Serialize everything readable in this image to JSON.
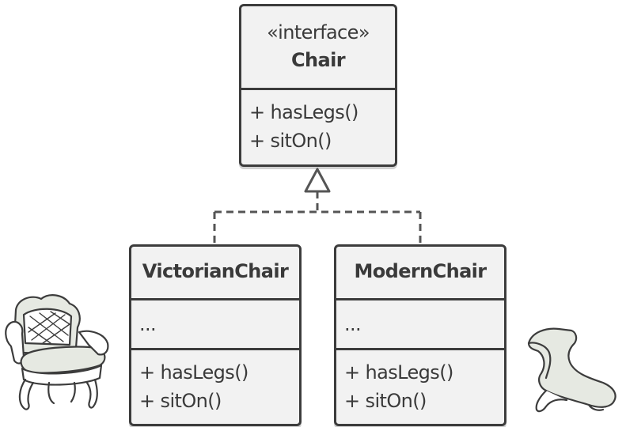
{
  "interface_box": {
    "stereotype": "«interface»",
    "name": "Chair",
    "methods": [
      "+ hasLegs()",
      "+ sitOn()"
    ]
  },
  "classes": [
    {
      "name": "VictorianChair",
      "fields": "...",
      "methods": [
        "+ hasLegs()",
        "+ sitOn()"
      ]
    },
    {
      "name": "ModernChair",
      "fields": "...",
      "methods": [
        "+ hasLegs()",
        "+ sitOn()"
      ]
    }
  ],
  "colors": {
    "box_fill": "#f2f2f2",
    "stroke": "#3c3c3c",
    "text": "#3a3a3a",
    "illustration_fill": "#e6e9e2"
  }
}
